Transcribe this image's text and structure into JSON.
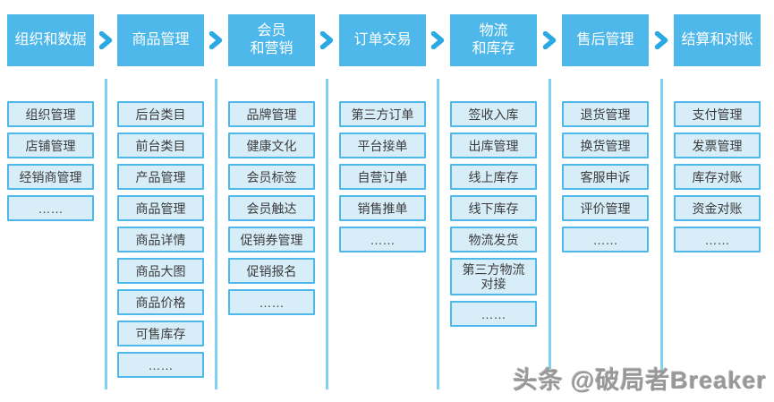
{
  "colors": {
    "page_bg": "#ffffff",
    "header_bg": "#4fb8ea",
    "header_text": "#ffffff",
    "item_bg": "#d7edf8",
    "item_border": "#4fb8ea",
    "item_text": "#3c3c3c",
    "divider": "#82cff2",
    "arrow": "#2aa9e2",
    "watermark": "#989898"
  },
  "icons": {
    "between_stages": "chevron-right"
  },
  "watermark": {
    "text": "头条 @破局者Breaker"
  },
  "columns": [
    {
      "header": "组织和数据",
      "items": [
        "组织管理",
        "店铺管理",
        "经销商管理",
        "……"
      ]
    },
    {
      "header": "商品管理",
      "items": [
        "后台类目",
        "前台类目",
        "产品管理",
        "商品管理",
        "商品详情",
        "商品大图",
        "商品价格",
        "可售库存",
        "……"
      ]
    },
    {
      "header": "会员\n和营销",
      "items": [
        "品牌管理",
        "健康文化",
        "会员标签",
        "会员触达",
        "促销券管理",
        "促销报名",
        "……"
      ]
    },
    {
      "header": "订单交易",
      "items": [
        "第三方订单",
        "平台接单",
        "自营订单",
        "销售推单",
        "……"
      ]
    },
    {
      "header": "物流\n和库存",
      "items": [
        "签收入库",
        "出库管理",
        "线上库存",
        "线下库存",
        "物流发货",
        "第三方物流\n对接",
        "……"
      ]
    },
    {
      "header": "售后管理",
      "items": [
        "退货管理",
        "换货管理",
        "客服申诉",
        "评价管理",
        "……"
      ]
    },
    {
      "header": "结算和对账",
      "items": [
        "支付管理",
        "发票管理",
        "库存对账",
        "资金对账",
        "……"
      ]
    }
  ]
}
